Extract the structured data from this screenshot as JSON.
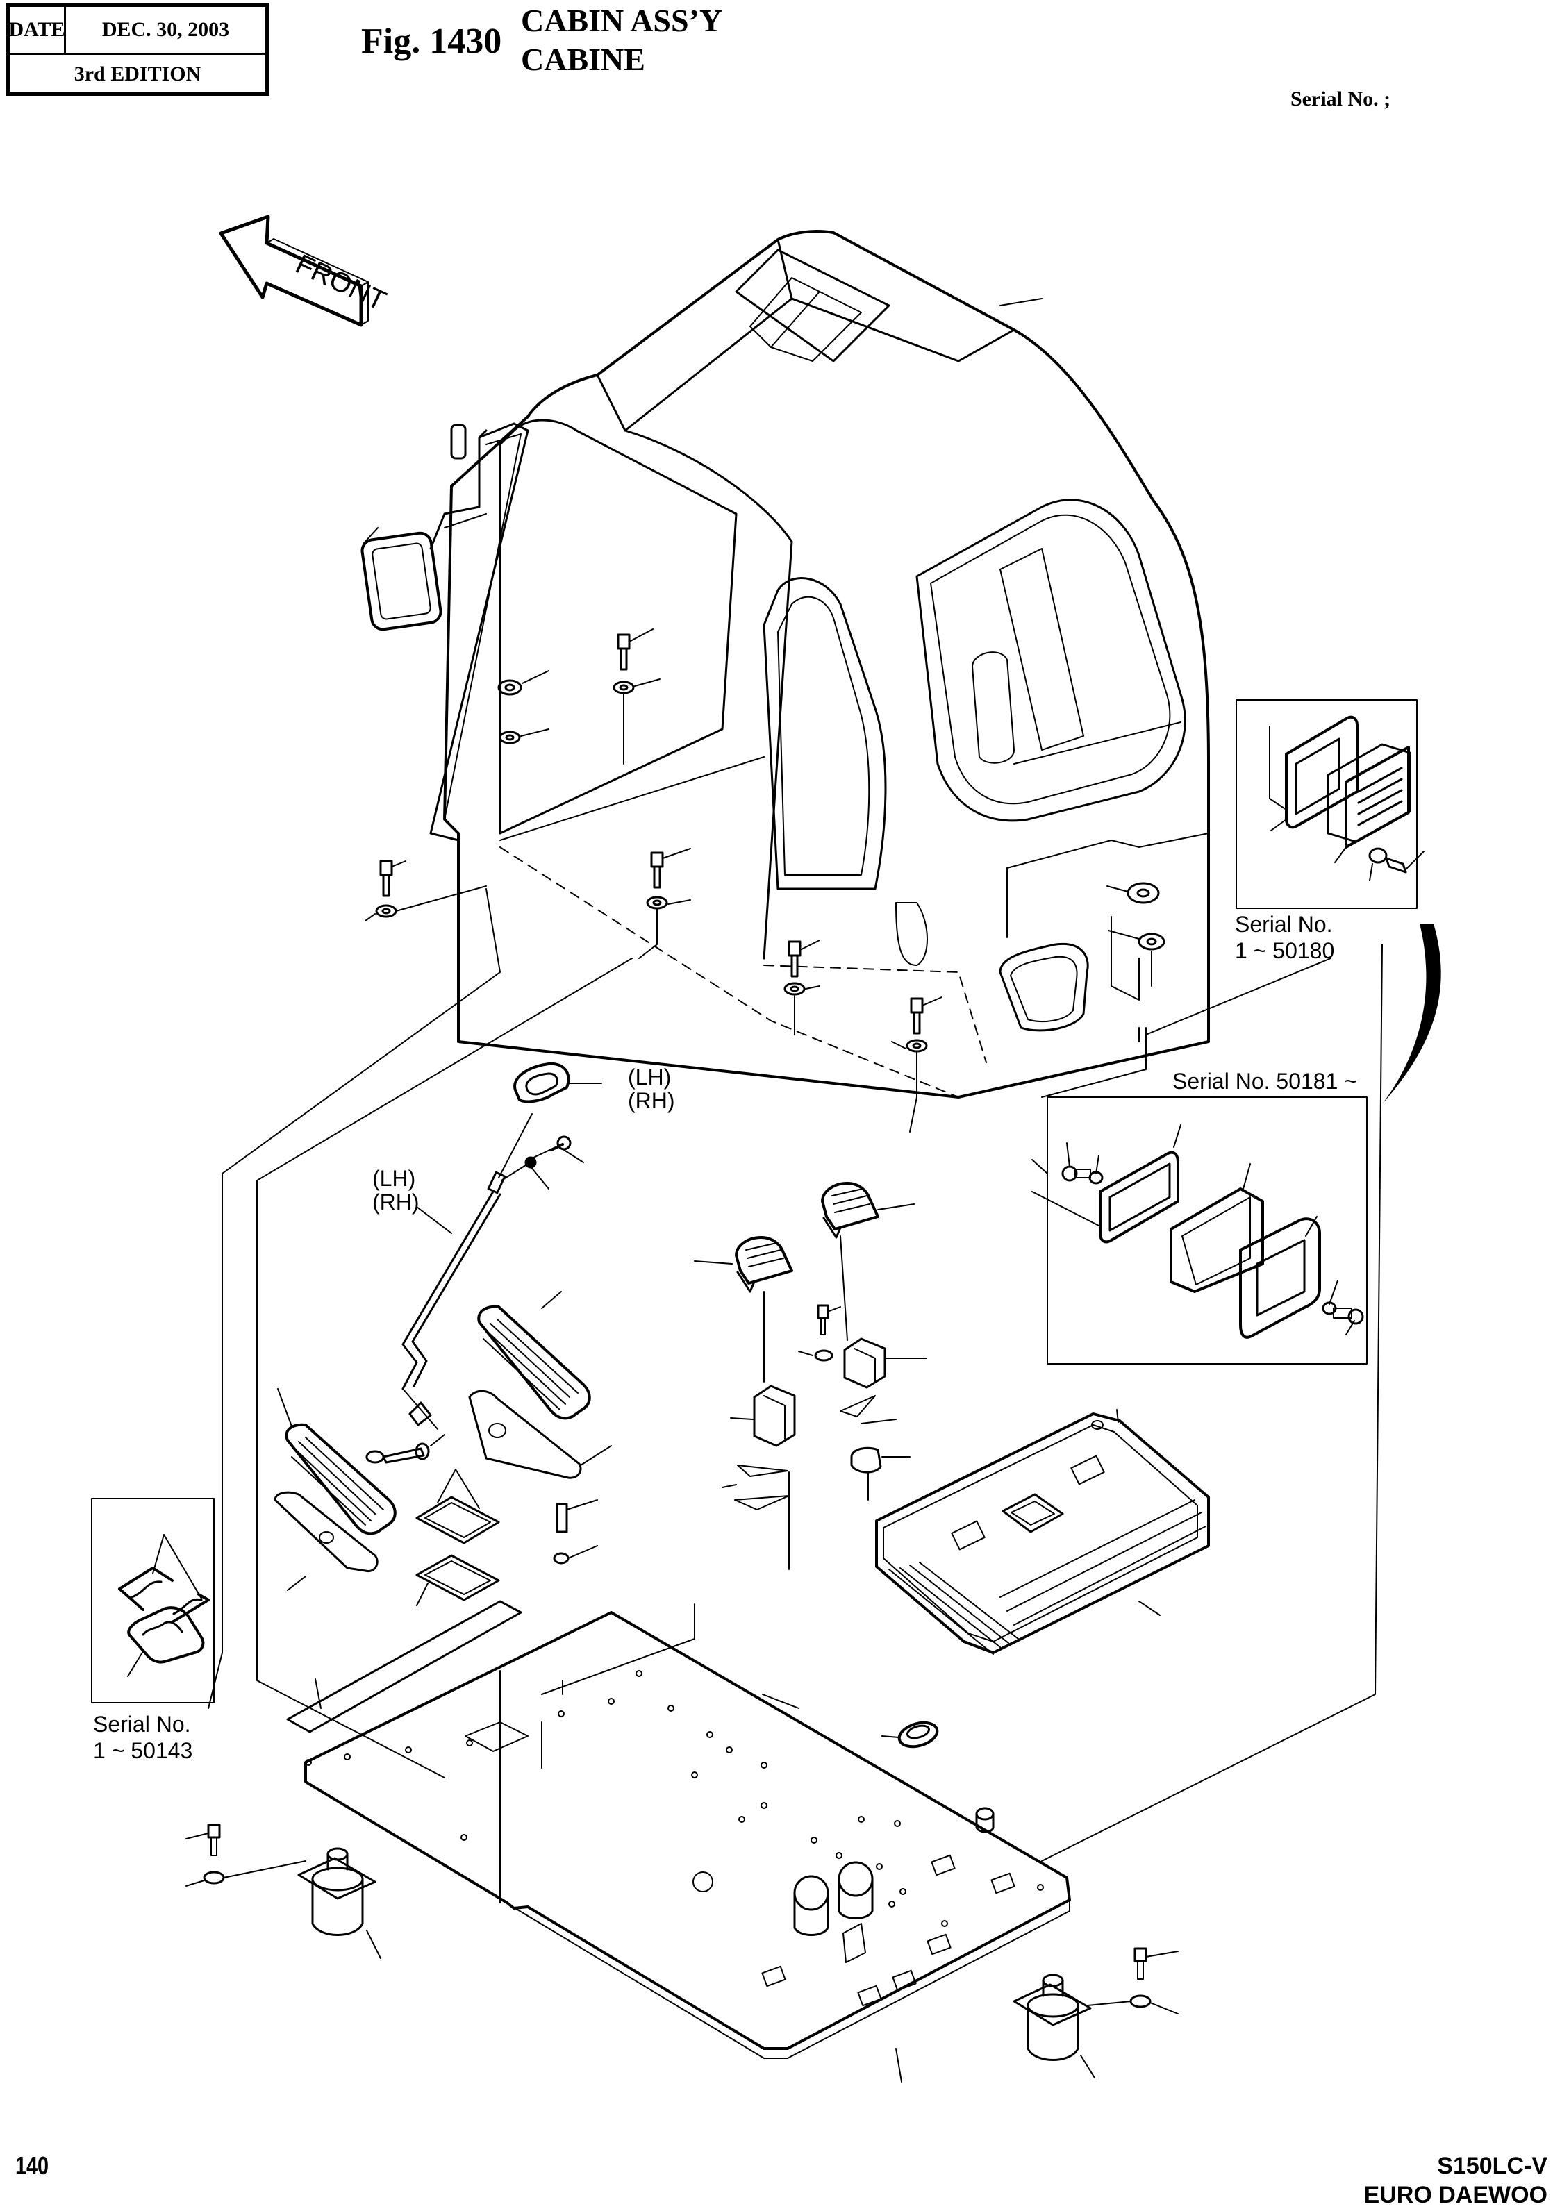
{
  "header": {
    "date_label": "DATE",
    "date_value": "DEC. 30, 2003",
    "edition": "3rd  EDITION",
    "figure_number": "Fig. 1430",
    "title_en": "CABIN ASS’Y",
    "title_fr": "CABINE",
    "serial_heading": "Serial No. ;"
  },
  "diagram": {
    "direction_arrow": "FRONT",
    "labels": {
      "vent_early_serial_line1": "Serial No.",
      "vent_early_serial_line2": "1 ~ 50180",
      "vent_late_serial": "Serial No. 50181 ~",
      "plate_early_serial_line1": "Serial No.",
      "plate_early_serial_line2": "1 ~ 50143",
      "knob_side_lh": "(LH)",
      "knob_side_rh": "(RH)",
      "lever_side_lh": "(LH)",
      "lever_side_rh": "(RH)"
    },
    "parts": [
      "cabin-shell",
      "side-mirror",
      "roof-window",
      "door-opening",
      "rear-window",
      "mounting-bolts",
      "mounting-nuts",
      "washers",
      "vent-assembly-early",
      "vent-assembly-late",
      "travel-lever-knob",
      "travel-lever-rod",
      "travel-pedal-left",
      "travel-pedal-right",
      "pedal-bracket",
      "pedal-cover-plates",
      "pedal-gasket-early",
      "auxiliary-pedals",
      "pedal-brackets-aux",
      "floor-mat",
      "floor-plate",
      "rubber-grommet",
      "viscous-mounts-front",
      "viscous-mounts-rear"
    ]
  },
  "footer": {
    "page_number": "140",
    "model": "S150LC-V",
    "brand": "EURO DAEWOO"
  }
}
